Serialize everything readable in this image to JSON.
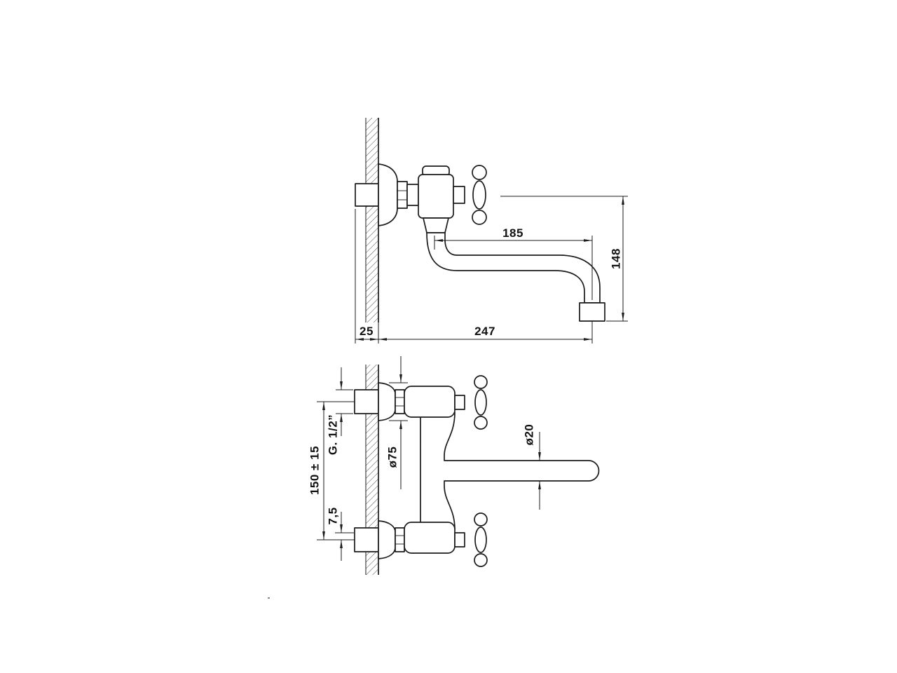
{
  "colors": {
    "background": "#ffffff",
    "line": "#1b1b1b",
    "text": "#111111"
  },
  "views": {
    "side": {
      "dims": {
        "reach": "185",
        "height": "148",
        "wall": "25",
        "projection": "247"
      }
    },
    "plan": {
      "dims": {
        "thread": "G. 1/2”",
        "centers": "150 ± 15",
        "offset": "7,5",
        "rosette": "ø75",
        "spout": "ø20"
      }
    }
  }
}
